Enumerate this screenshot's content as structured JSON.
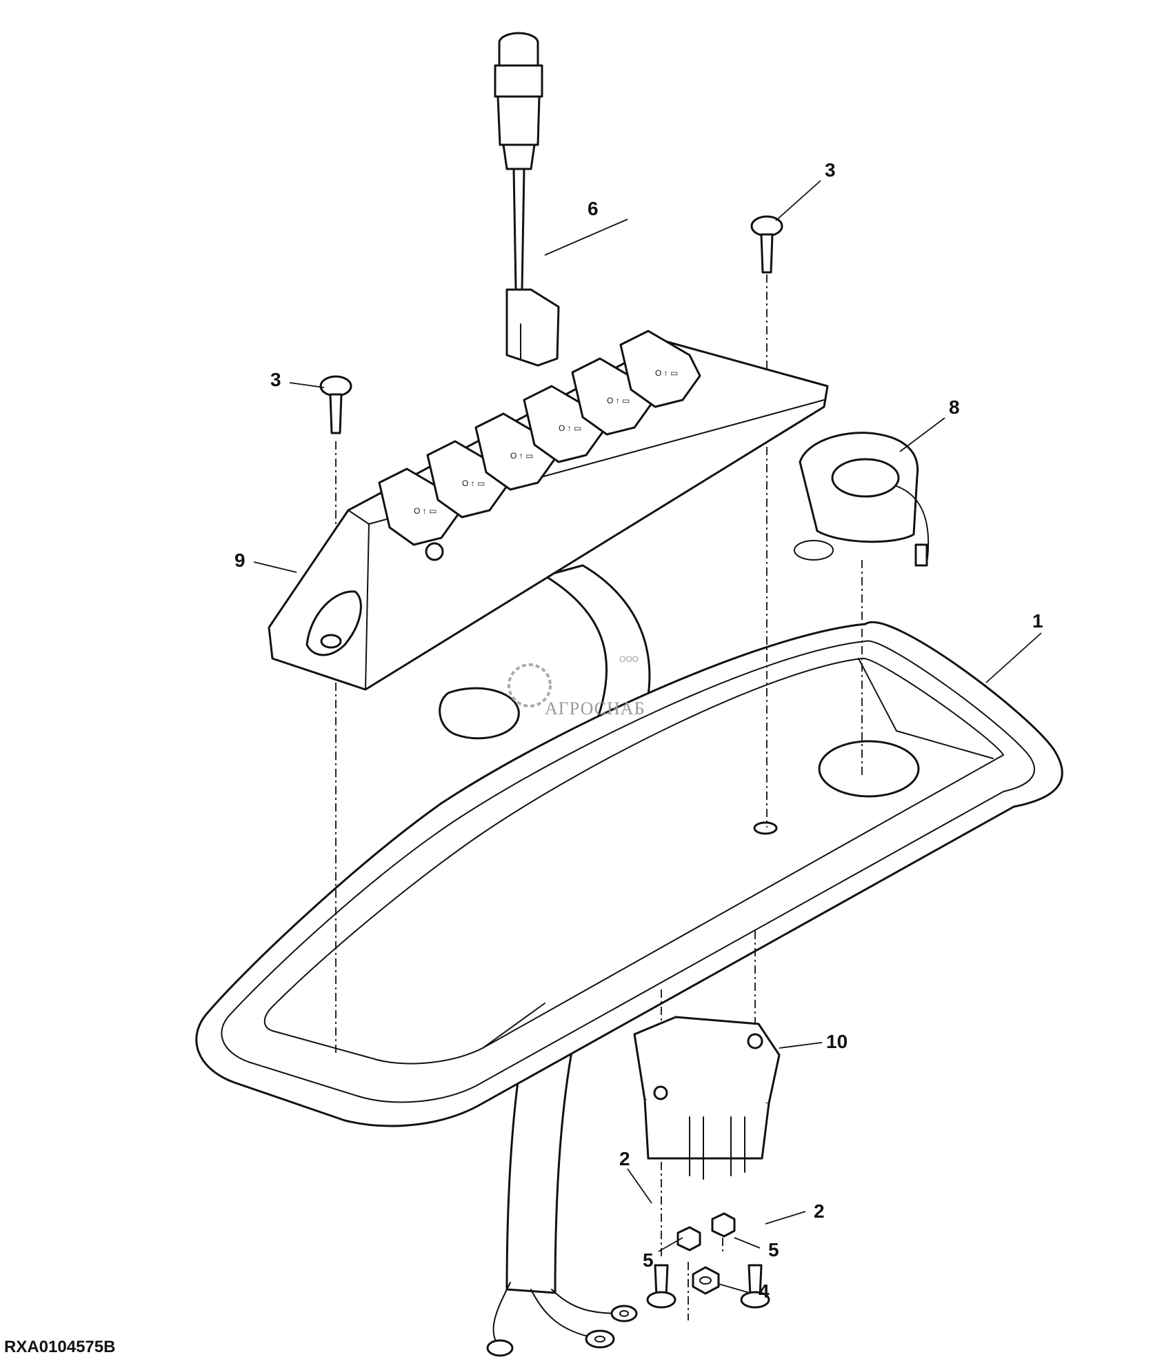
{
  "figure_id": "RXA0104575B",
  "watermark": {
    "top": "ООО",
    "main": "АГРОСНАБ"
  },
  "callouts": [
    {
      "id": "c1",
      "label": "1"
    },
    {
      "id": "c2a",
      "label": "2"
    },
    {
      "id": "c2b",
      "label": "2"
    },
    {
      "id": "c3a",
      "label": "3"
    },
    {
      "id": "c3b",
      "label": "3"
    },
    {
      "id": "c4",
      "label": "4"
    },
    {
      "id": "c5a",
      "label": "5"
    },
    {
      "id": "c5b",
      "label": "5"
    },
    {
      "id": "c6",
      "label": "6"
    },
    {
      "id": "c8",
      "label": "8"
    },
    {
      "id": "c9",
      "label": "9"
    },
    {
      "id": "c10",
      "label": "10"
    }
  ]
}
